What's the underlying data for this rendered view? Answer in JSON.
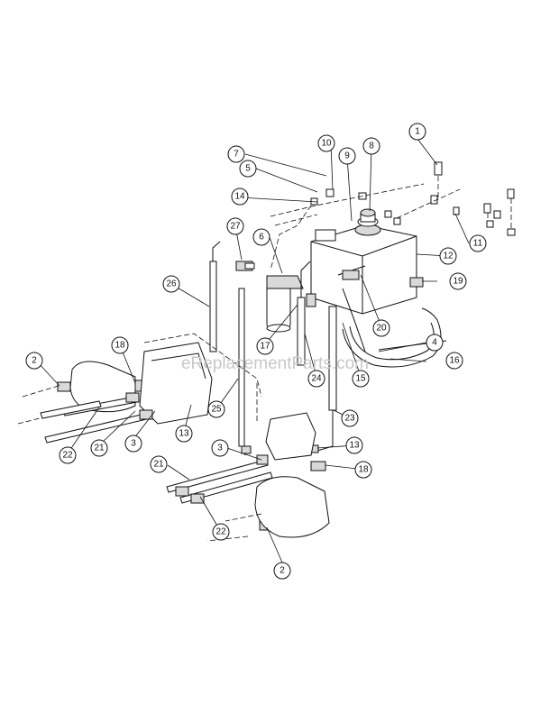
{
  "watermark": "eReplacementParts.com",
  "callouts": [
    {
      "id": "c1",
      "label": "1"
    },
    {
      "id": "c2a",
      "label": "2"
    },
    {
      "id": "c2b",
      "label": "2"
    },
    {
      "id": "c3a",
      "label": "3"
    },
    {
      "id": "c3b",
      "label": "3"
    },
    {
      "id": "c4",
      "label": "4"
    },
    {
      "id": "c5",
      "label": "5"
    },
    {
      "id": "c6",
      "label": "6"
    },
    {
      "id": "c7",
      "label": "7"
    },
    {
      "id": "c8",
      "label": "8"
    },
    {
      "id": "c9",
      "label": "9"
    },
    {
      "id": "c10",
      "label": "10"
    },
    {
      "id": "c11",
      "label": "11"
    },
    {
      "id": "c12",
      "label": "12"
    },
    {
      "id": "c13a",
      "label": "13"
    },
    {
      "id": "c13b",
      "label": "13"
    },
    {
      "id": "c14",
      "label": "14"
    },
    {
      "id": "c15",
      "label": "15"
    },
    {
      "id": "c16",
      "label": "16"
    },
    {
      "id": "c17",
      "label": "17"
    },
    {
      "id": "c18a",
      "label": "18"
    },
    {
      "id": "c18b",
      "label": "18"
    },
    {
      "id": "c19",
      "label": "19"
    },
    {
      "id": "c20",
      "label": "20"
    },
    {
      "id": "c21a",
      "label": "21"
    },
    {
      "id": "c21b",
      "label": "21"
    },
    {
      "id": "c22a",
      "label": "22"
    },
    {
      "id": "c22b",
      "label": "22"
    },
    {
      "id": "c23",
      "label": "23"
    },
    {
      "id": "c24",
      "label": "24"
    },
    {
      "id": "c25",
      "label": "25"
    },
    {
      "id": "c26",
      "label": "26"
    },
    {
      "id": "c27",
      "label": "27"
    }
  ]
}
